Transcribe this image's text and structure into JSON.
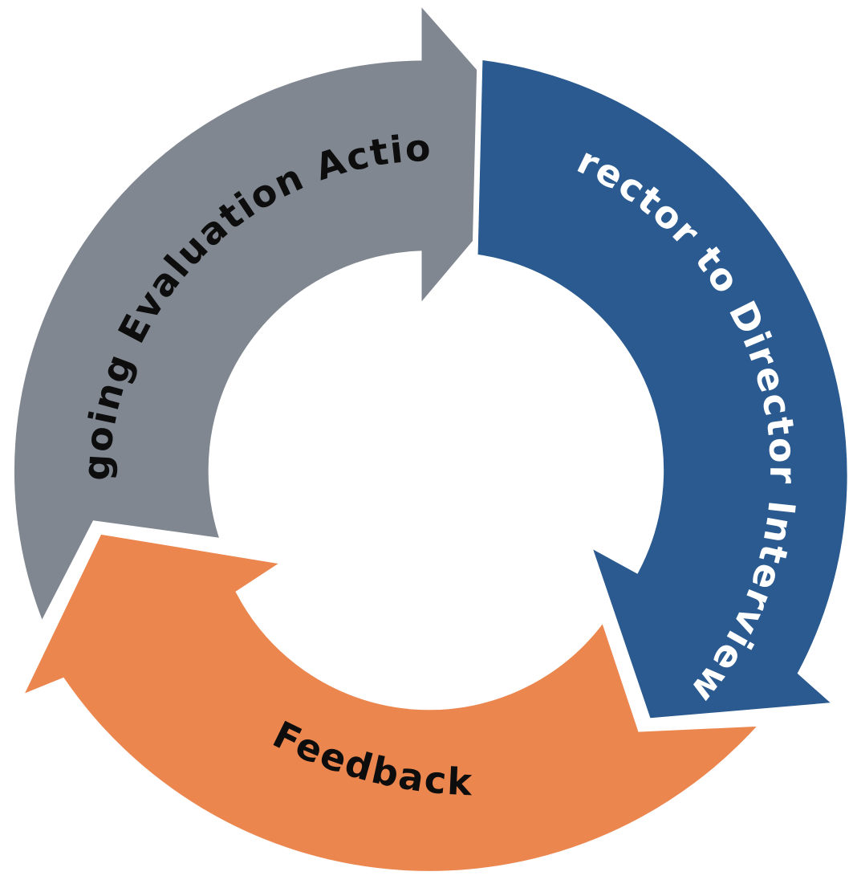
{
  "diagram": {
    "type": "cycle",
    "segments": [
      {
        "id": "ongoing-evaluation",
        "label": "Ongoing Evaluation Actions",
        "color": "#808790",
        "text_color": "#0d0d0d"
      },
      {
        "id": "director-interviews",
        "label": "Director to Director Interviews",
        "color": "#2a5a8f",
        "text_color": "#ffffff"
      },
      {
        "id": "feedback",
        "label": "Feedback",
        "color": "#ec864f",
        "text_color": "#0d0d0d"
      }
    ]
  }
}
